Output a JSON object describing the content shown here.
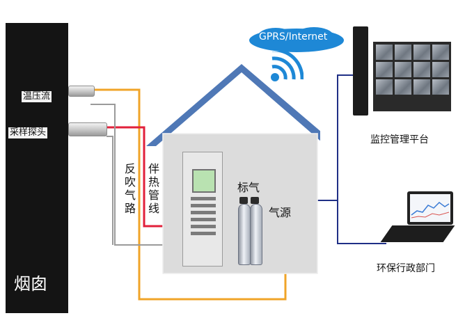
{
  "stack": {
    "label": "烟囱"
  },
  "probes": [
    {
      "label": "温压流"
    },
    {
      "label": "采样探头"
    }
  ],
  "pipes": {
    "backblow_chars": [
      "反",
      "吹",
      "气",
      "路"
    ],
    "heat_trace_chars": [
      "伴",
      "热",
      "管",
      "线"
    ]
  },
  "house": {
    "std_gas_label": "标气",
    "gas_source_label": "气源"
  },
  "network": {
    "label": "GPRS/Internet"
  },
  "monitor": {
    "label": "监控管理平台"
  },
  "env_bureau": {
    "label": "环保行政部门"
  },
  "colors": {
    "orange_line": "#f0a428",
    "red_line": "#e2203a",
    "gray_line": "#9a9a9a",
    "navy_line": "#1f2f86",
    "roof": "#4f78b6",
    "house_fill": "#dcdcdc",
    "cloud": "#1e88d6"
  }
}
